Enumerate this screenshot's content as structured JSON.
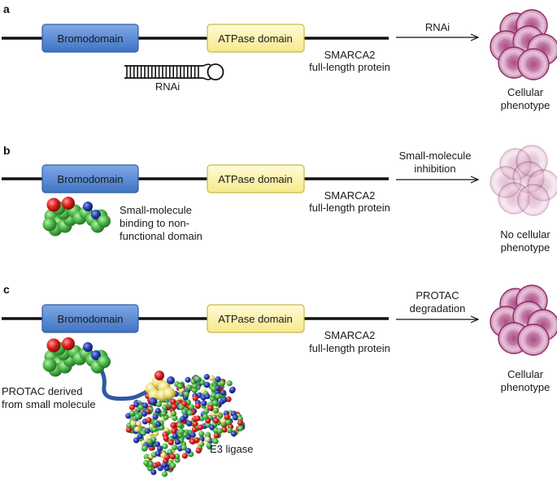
{
  "colors": {
    "bromodomain_fill": "#5b8fd6",
    "bromodomain_stroke": "#2f5ea8",
    "atpase_fill": "#fbf2a8",
    "atpase_stroke": "#c9b84a",
    "cell_stroke": "#8e2a63",
    "cell_fill": "#d9a6c6",
    "carbon": "#4cb84a",
    "oxygen": "#e02020",
    "nitrogen": "#2a3fb0",
    "linker": "#2d5aa0",
    "sulfur": "#f0e07a"
  },
  "panels": [
    {
      "letter": "a",
      "bromodomain": "Bromodomain",
      "atpase": "ATPase domain",
      "protein_label": [
        "SMARCA2",
        "full-length protein"
      ],
      "arrow_label": [
        "RNAi"
      ],
      "outcome": [
        "Cellular",
        "phenotype"
      ],
      "hairpin_label": "RNAi",
      "cells_faded": false
    },
    {
      "letter": "b",
      "bromodomain": "Bromodomain",
      "atpase": "ATPase domain",
      "protein_label": [
        "SMARCA2",
        "full-length protein"
      ],
      "arrow_label": [
        "Small-molecule",
        "inhibition"
      ],
      "outcome": [
        "No cellular",
        "phenotype"
      ],
      "molecule_label": [
        "Small-molecule",
        "binding to non-",
        "functional domain"
      ],
      "cells_faded": true
    },
    {
      "letter": "c",
      "bromodomain": "Bromodomain",
      "atpase": "ATPase domain",
      "protein_label": [
        "SMARCA2",
        "full-length protein"
      ],
      "arrow_label": [
        "PROTAC",
        "degradation"
      ],
      "outcome": [
        "Cellular",
        "phenotype"
      ],
      "protac_label": [
        "PROTAC derived",
        "from small molecule"
      ],
      "ligase_label": "E3 ligase",
      "cells_faded": false
    }
  ]
}
